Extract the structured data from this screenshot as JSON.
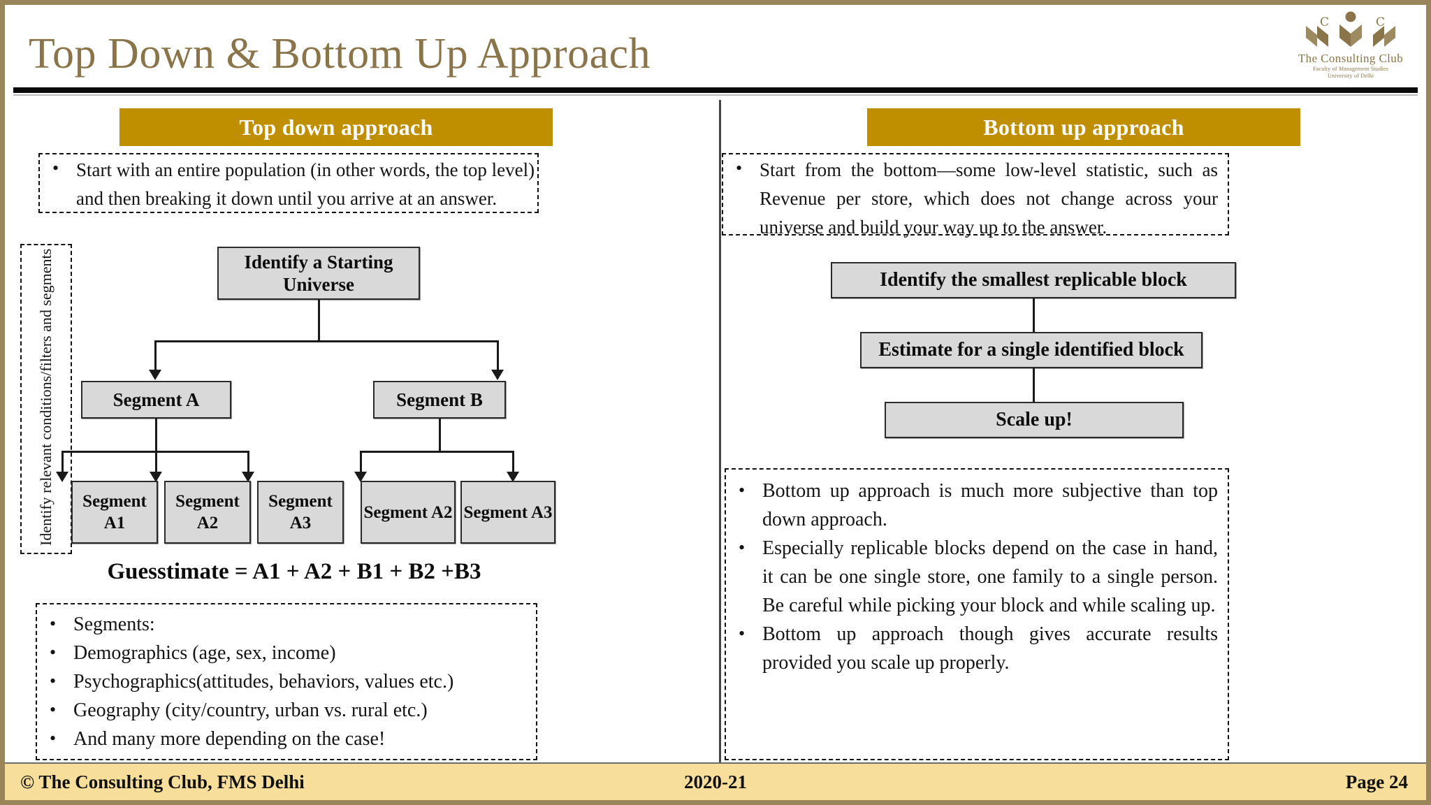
{
  "slide": {
    "title": "Top Down & Bottom Up Approach",
    "accent_gold": "#BF8F00",
    "title_color": "#8A7449",
    "box_fill": "#D9D9D9",
    "footer_fill": "#F7DF9B",
    "frame_color": "#9A855B"
  },
  "logo": {
    "name": "The Consulting Club",
    "sub_line1": "Faculty of Management Studies",
    "sub_line2": "University of Delhi"
  },
  "left": {
    "header": "Top down approach",
    "intro_bullets": [
      "Start with an entire population (in other words, the top level) and then breaking it down until you arrive at an answer."
    ],
    "side_label": "Identify relevant conditions/filters and segments",
    "tree": {
      "root": "Identify a Starting Universe",
      "branches": [
        {
          "label": "Segment A",
          "children": [
            "Segment A1",
            "Segment A2",
            "Segment A3"
          ]
        },
        {
          "label": "Segment B",
          "children": [
            "Segment A2",
            "Segment A3"
          ]
        }
      ]
    },
    "formula": "Guesstimate = A1 + A2 + B1 + B2 +B3",
    "segment_bullets": [
      "Segments:",
      "Demographics (age, sex, income)",
      "Psychographics(attitudes, behaviors, values etc.)",
      "Geography (city/country, urban vs. rural etc.)",
      "And many more depending on the case!"
    ]
  },
  "right": {
    "header": "Bottom up approach",
    "intro_bullets": [
      "Start from the bottom—some low-level statistic, such as Revenue per store, which does not change across your universe and build your way up to the answer."
    ],
    "flow": [
      "Identify the smallest replicable block",
      "Estimate for a single identified block",
      "Scale up!"
    ],
    "notes_bullets": [
      "Bottom up approach is much more subjective than top down approach.",
      "Especially replicable blocks depend on the case in hand, it can be one single store, one family to a single person. Be careful while picking your block and while scaling up.",
      "Bottom up approach though gives accurate results provided you scale up properly."
    ]
  },
  "footer": {
    "left": "© The Consulting Club, FMS Delhi",
    "center": "2020-21",
    "right": "Page 24"
  }
}
